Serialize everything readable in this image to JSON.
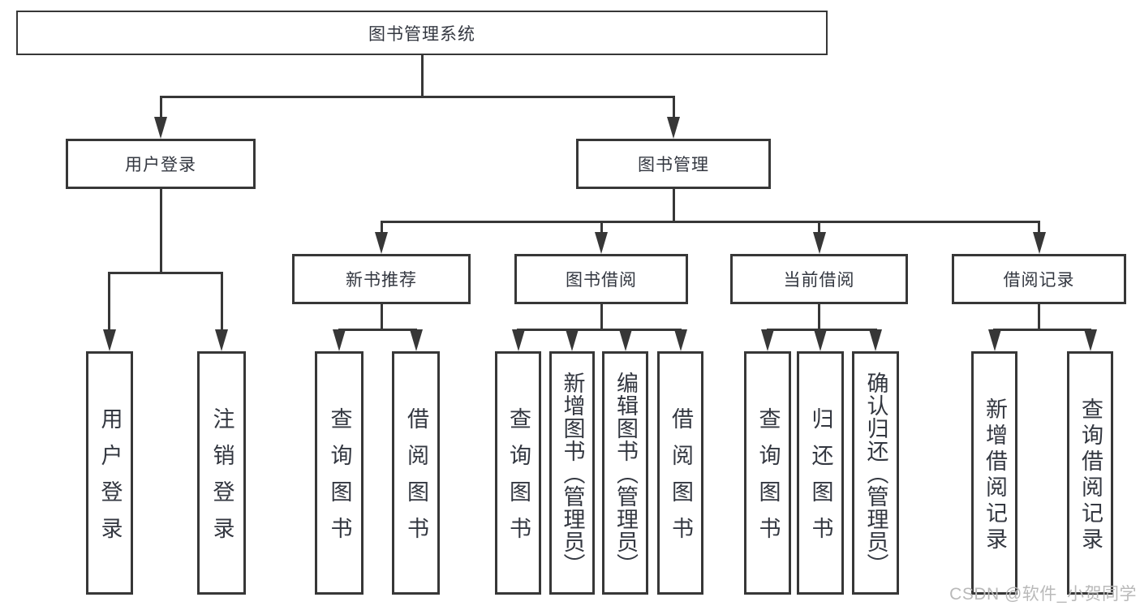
{
  "diagram": {
    "root": {
      "label": "图书管理系统"
    },
    "branches": [
      {
        "label": "用户登录",
        "children": [
          {
            "label": "用户登录"
          },
          {
            "label": "注销登录"
          }
        ]
      },
      {
        "label": "图书管理",
        "children": [
          {
            "label": "新书推荐",
            "children": [
              {
                "label": "查询图书"
              },
              {
                "label": "借阅图书"
              }
            ]
          },
          {
            "label": "图书借阅",
            "children": [
              {
                "label": "查询图书"
              },
              {
                "label": "新增图书（管理员）"
              },
              {
                "label": "编辑图书（管理员）"
              },
              {
                "label": "借阅图书"
              }
            ]
          },
          {
            "label": "当前借阅",
            "children": [
              {
                "label": "查询图书"
              },
              {
                "label": "归还图书"
              },
              {
                "label": "确认归还（管理员）"
              }
            ]
          },
          {
            "label": "借阅记录",
            "children": [
              {
                "label": "新增借阅记录"
              },
              {
                "label": "查询借阅记录"
              }
            ]
          }
        ]
      }
    ]
  },
  "watermark": "CSDN @软件_小贺同学"
}
